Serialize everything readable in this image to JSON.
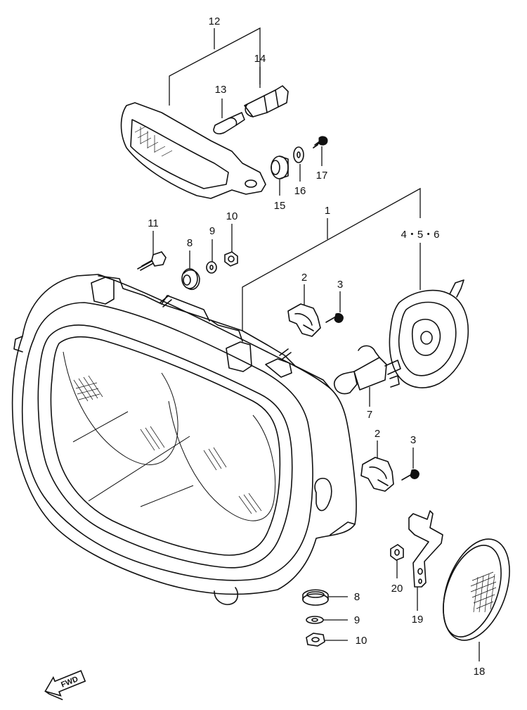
{
  "callouts": {
    "c1": "1",
    "c2a": "2",
    "c3a": "3",
    "c2b": "2",
    "c3b": "3",
    "c456": "4・5・6",
    "c7": "7",
    "c8a": "8",
    "c9a": "9",
    "c10a": "10",
    "c11": "11",
    "c12": "12",
    "c13": "13",
    "c14": "14",
    "c15": "15",
    "c16": "16",
    "c17": "17",
    "c8b": "8",
    "c9b": "9",
    "c10b": "10",
    "c18": "18",
    "c19": "19",
    "c20": "20"
  },
  "direction_arrow": {
    "label": "FWD",
    "icon": "fwd-arrow-icon"
  }
}
